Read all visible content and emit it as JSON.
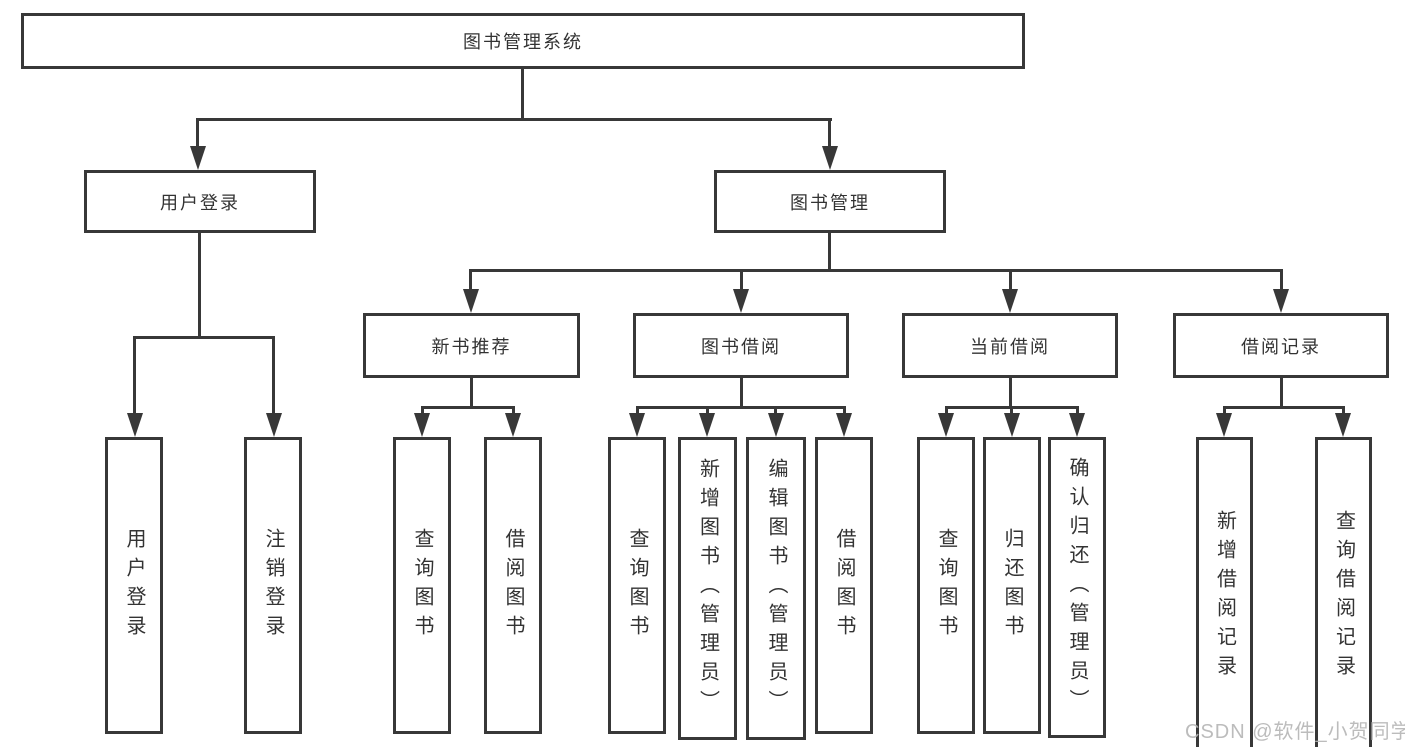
{
  "colors": {
    "line": "#383838",
    "text": "#333333",
    "background": "#ffffff",
    "watermark": "#b5b5b5"
  },
  "diagram_title": "图书管理系统",
  "nodes": {
    "root": "图书管理系统",
    "user_login": "用户登录",
    "book_management": "图书管理",
    "new_book_recommend": "新书推荐",
    "book_borrowing": "图书借阅",
    "current_borrowing": "当前借阅",
    "borrowing_records": "借阅记录",
    "leaf_user_login": "用户登录",
    "leaf_logout_login": "注销登录",
    "leaf_nbr_query_books": "查询图书",
    "leaf_nbr_borrow_books": "借阅图书",
    "leaf_bb_query_books": "查询图书",
    "leaf_bb_add_books": "新增图书（管理员）",
    "leaf_bb_edit_books": "编辑图书（管理员）",
    "leaf_bb_borrow_books": "借阅图书",
    "leaf_cb_query_books": "查询图书",
    "leaf_cb_return_books": "归还图书",
    "leaf_cb_confirm_return": "确认归还（管理员）",
    "leaf_br_add_record": "新增借阅记录",
    "leaf_br_query_record": "查询借阅记录"
  },
  "watermark": "CSDN @软件_小贺同学"
}
